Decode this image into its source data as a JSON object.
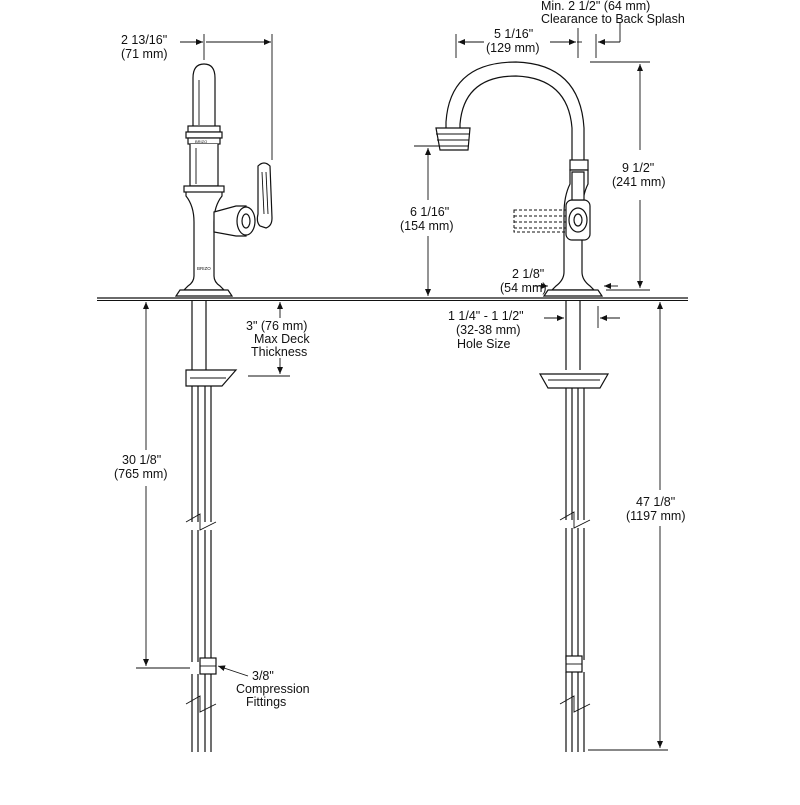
{
  "labels": {
    "handle_width": "2 13/16\"",
    "handle_width_mm": "(71 mm)",
    "reach": "5 1/16\"",
    "reach_mm": "(129 mm)",
    "backsplash_line1": "Min. 2 1/2\" (64 mm)",
    "backsplash_line2": "Clearance to Back Splash",
    "aerator_height": "6 1/16\"",
    "aerator_height_mm": "(154 mm)",
    "total_height": "9 1/2\"",
    "total_height_mm": "(241 mm)",
    "base_dia": "2 1/8\"",
    "base_dia_mm": "(54 mm)",
    "deck_line1": "3\" (76 mm)",
    "deck_line2": "Max Deck",
    "deck_line3": "Thickness",
    "hole_line1": "1 1/4\" - 1 1/2\"",
    "hole_line2": "(32-38 mm)",
    "hole_line3": "Hole Size",
    "supply_left": "30 1/8\"",
    "supply_left_mm": "(765 mm)",
    "supply_right": "47 1/8\"",
    "supply_right_mm": "(1197 mm)",
    "fit_line1": "3/8\"",
    "fit_line2": "Compression",
    "fit_line3": "Fittings",
    "brand_mark": "BRIZO"
  }
}
